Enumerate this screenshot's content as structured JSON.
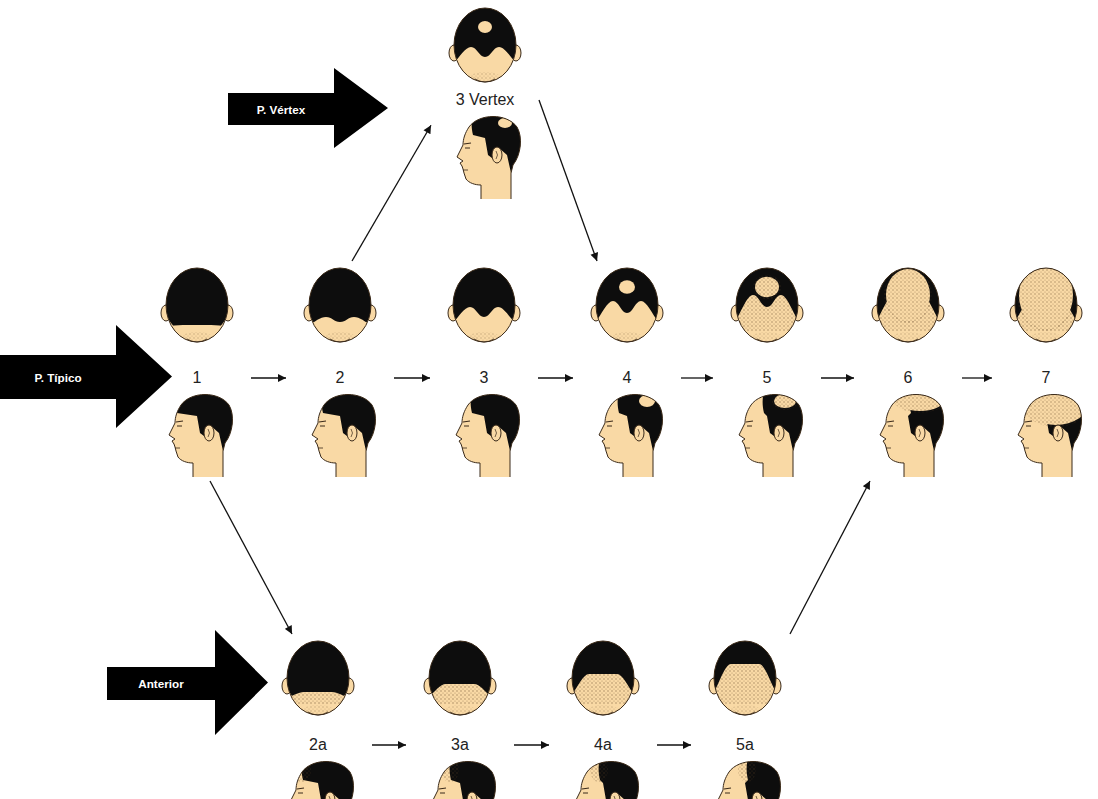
{
  "diagram": {
    "nodes": [
      {
        "text": [
          "P. Vértex"
        ]
      },
      {
        "text": [
          "3 Vertex"
        ]
      },
      {
        "text": [
          "P. Típico"
        ]
      },
      {
        "text": [
          "1"
        ]
      },
      {
        "text": [
          "2"
        ]
      },
      {
        "text": [
          "3"
        ]
      },
      {
        "text": [
          "4"
        ]
      },
      {
        "text": [
          "5"
        ]
      },
      {
        "text": [
          "6"
        ]
      },
      {
        "text": [
          "7"
        ]
      },
      {
        "text": [
          "Anterior"
        ]
      },
      {
        "text": [
          "2a"
        ]
      },
      {
        "text": [
          "3a"
        ]
      },
      {
        "text": [
          "4a"
        ]
      },
      {
        "text": [
          "5a"
        ]
      }
    ],
    "edges": [
      {
        "from": 3,
        "to": 4,
        "arrow": "to"
      },
      {
        "from": 4,
        "to": 5,
        "arrow": "to"
      },
      {
        "from": 5,
        "to": 6,
        "arrow": "to"
      },
      {
        "from": 6,
        "to": 7,
        "arrow": "to"
      },
      {
        "from": 7,
        "to": 8,
        "arrow": "to"
      },
      {
        "from": 8,
        "to": 9,
        "arrow": "to"
      },
      {
        "from": 4,
        "to": 1,
        "arrow": "to"
      },
      {
        "from": 1,
        "to": 6,
        "arrow": "to"
      },
      {
        "from": 3,
        "to": 11,
        "arrow": "to"
      },
      {
        "from": 11,
        "to": 12,
        "arrow": "to"
      },
      {
        "from": 12,
        "to": 13,
        "arrow": "to"
      },
      {
        "from": 13,
        "to": 14,
        "arrow": "to"
      },
      {
        "from": 14,
        "to": 8,
        "arrow": "to"
      }
    ]
  }
}
